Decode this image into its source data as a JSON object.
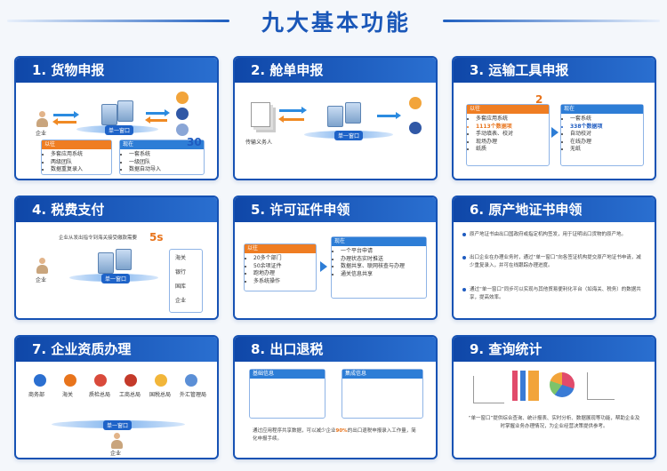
{
  "title": "九大基本功能",
  "cards": [
    {
      "heading": "1. 货物申报",
      "enterprise": "企业",
      "platform": "单一窗口",
      "before": {
        "label": "以往",
        "items": [
          "多套应用系统",
          "两级团队",
          "数据重复录入"
        ]
      },
      "now": {
        "label": "现在",
        "items": [
          "一套系统",
          "一级团队",
          "数据自动导入"
        ]
      },
      "stat": "30"
    },
    {
      "heading": "2. 舱单申报",
      "agent": "传输义务人",
      "platform": "单一窗口"
    },
    {
      "heading": "3. 运输工具申报",
      "before": {
        "label": "以往",
        "items": [
          "多套应用系统",
          "1113个数据项",
          "手动填表、校对",
          "现场办理",
          "纸质"
        ],
        "stat": "2"
      },
      "now": {
        "label": "现在",
        "items": [
          "一套系统",
          "338个数据项",
          "自动校对",
          "在线办理",
          "无纸"
        ]
      }
    },
    {
      "heading": "4. 税费支付",
      "caption": "企业从发出指令到海关接受缴款需要",
      "stat": "5s",
      "enterprise": "企业",
      "platform": "单一窗口",
      "stack": [
        "海关",
        "银行",
        "国库",
        "企业"
      ]
    },
    {
      "heading": "5. 许可证件申领",
      "before": {
        "label": "以往",
        "items": [
          "20多个部门",
          "50余项证件",
          "跑地办理",
          "多系统操作"
        ]
      },
      "now": {
        "label": "现在",
        "items": [
          "一个平台申请",
          "办理状态实时推送",
          "数据共享、联网核查与办理",
          "通关信息共享"
        ]
      }
    },
    {
      "heading": "6. 原产地证书申领",
      "bullets": [
        "原产地证书由出口国政府或指定机构签发，用于证明出口货物的原产地。",
        "出口企业在办理业务时，通过“单一窗口”向各签证机构提交原产地证书申请，减少重复录入，并可在线跟踪办理进度。",
        "通过“单一窗口”同步可以实现与其他贸易便利化平台（如海关、税务）的数据共享，提高效率。"
      ]
    },
    {
      "heading": "7. 企业资质办理",
      "platform": "单一窗口",
      "enterprise": "企业",
      "agencies": [
        "商务部",
        "海关",
        "质检总局",
        "工商总局",
        "国税总局",
        "外汇管理局"
      ]
    },
    {
      "heading": "8. 出口退税",
      "before": "基础信息",
      "now": "集成信息",
      "caption_a": "通过应用程序共享数据，可以减少企业",
      "caption_pct": "90%",
      "caption_b": "的出口退税申报录入工作量，简化申报手续。"
    },
    {
      "heading": "9. 查询统计",
      "caption": "“单一窗口”提供综合查询、统计报表、实时分析、数据展现等功能，帮助企业及时掌握业务办理情况，为企业经营决策提供参考。"
    }
  ]
}
